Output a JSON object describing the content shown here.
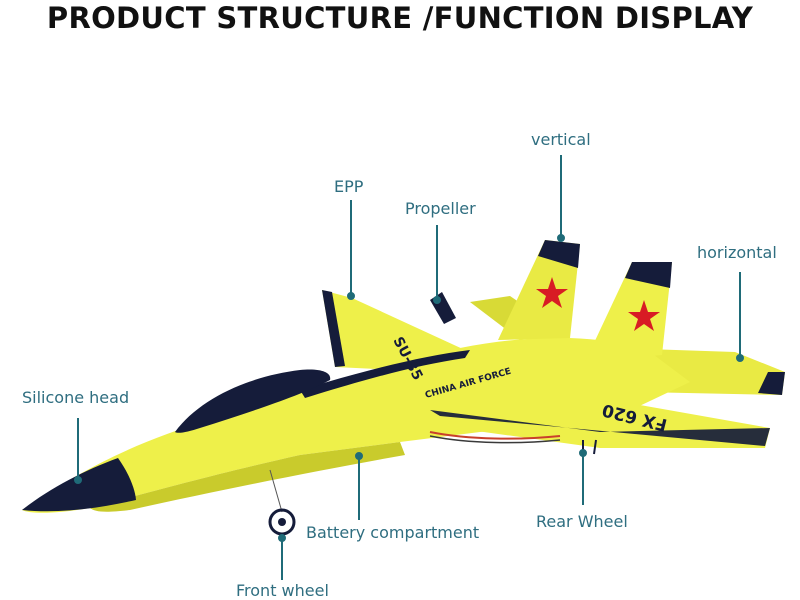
{
  "title": "PRODUCT STRUCTURE /FUNCTION DISPLAY",
  "colors": {
    "body": "#eef04a",
    "body_shadow": "#c9cb2c",
    "accent_dark": "#151c3a",
    "leader_line": "#1f6b78",
    "label_text": "#2f6e80",
    "star": "#d81c24"
  },
  "plane_markings": {
    "wing_code": "SU-35",
    "fuselage_text": "CHINA AIR FORCE",
    "model_code": "FX 620"
  },
  "callouts": {
    "silicone_head": "Silicone head",
    "epp": "EPP",
    "propeller": "Propeller",
    "vertical": "vertical",
    "horizontal": "horizontal",
    "battery": "Battery compartment",
    "front_wheel": "Front wheel",
    "rear_wheel": "Rear Wheel"
  }
}
